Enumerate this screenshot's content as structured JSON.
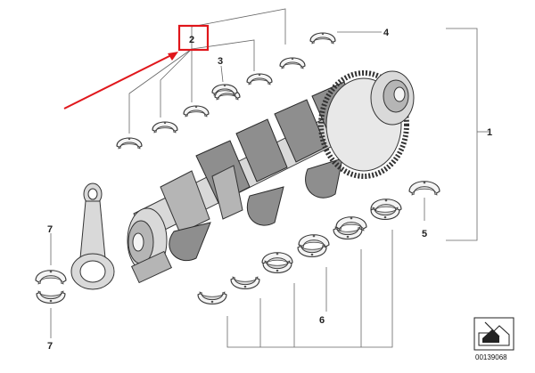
{
  "callouts": {
    "c1": "1",
    "c2": "2",
    "c3": "3",
    "c4": "4",
    "c5": "5",
    "c6": "6",
    "c7_top": "7",
    "c7_bottom": "7"
  },
  "diagram_code": "00139068",
  "colors": {
    "highlight": "#e0161b",
    "line": "#666666"
  },
  "icons": {
    "corner": "part-orientation-icon"
  }
}
